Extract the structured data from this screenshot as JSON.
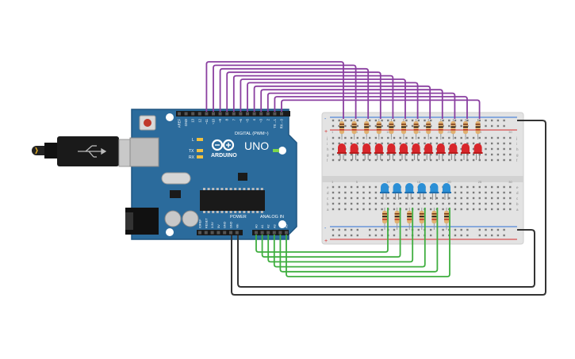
{
  "arduino": {
    "brand": "ARDUINO",
    "model": "UNO",
    "digital_header_label": "DIGITAL (PWM~)",
    "power_header_label": "POWER",
    "analog_header_label": "ANALOG IN",
    "led_l_label": "L",
    "led_tx_label": "TX",
    "led_rx_label": "RX",
    "on_label": "ON",
    "digital_pins": [
      "AREF",
      "GND",
      "13",
      "12",
      "~11",
      "~10",
      "~9",
      "8",
      "7",
      "~6",
      "~5",
      "4",
      "~3",
      "2",
      "TX→1",
      "RX←0"
    ],
    "power_pins": [
      "IOREF",
      "RESET",
      "3.3V",
      "5V",
      "GND",
      "GND",
      "Vin"
    ],
    "analog_pins": [
      "A0",
      "A1",
      "A2",
      "A3",
      "A4",
      "A5"
    ]
  },
  "breadboard": {
    "row_letters_top": [
      "j",
      "i",
      "h",
      "g",
      "f"
    ],
    "row_letters_bottom": [
      "e",
      "d",
      "c",
      "b",
      "a"
    ],
    "rail_plus": "+",
    "rail_minus": "-",
    "column_numbers": [
      "1",
      "5",
      "10",
      "15",
      "20",
      "25",
      "30"
    ]
  },
  "colors": {
    "board": "#2b6b9c",
    "board_dark": "#1f5580",
    "breadboard": "#e3e3e3",
    "digital_wire": "#8a3fa0",
    "analog_wire": "#3fae3f",
    "ground_wire": "#333333",
    "red_led": "#d8262b",
    "blue_led": "#2b8fd6",
    "resistor": "#e0b070"
  },
  "components": {
    "red_led_count": 12,
    "blue_led_count": 6
  }
}
